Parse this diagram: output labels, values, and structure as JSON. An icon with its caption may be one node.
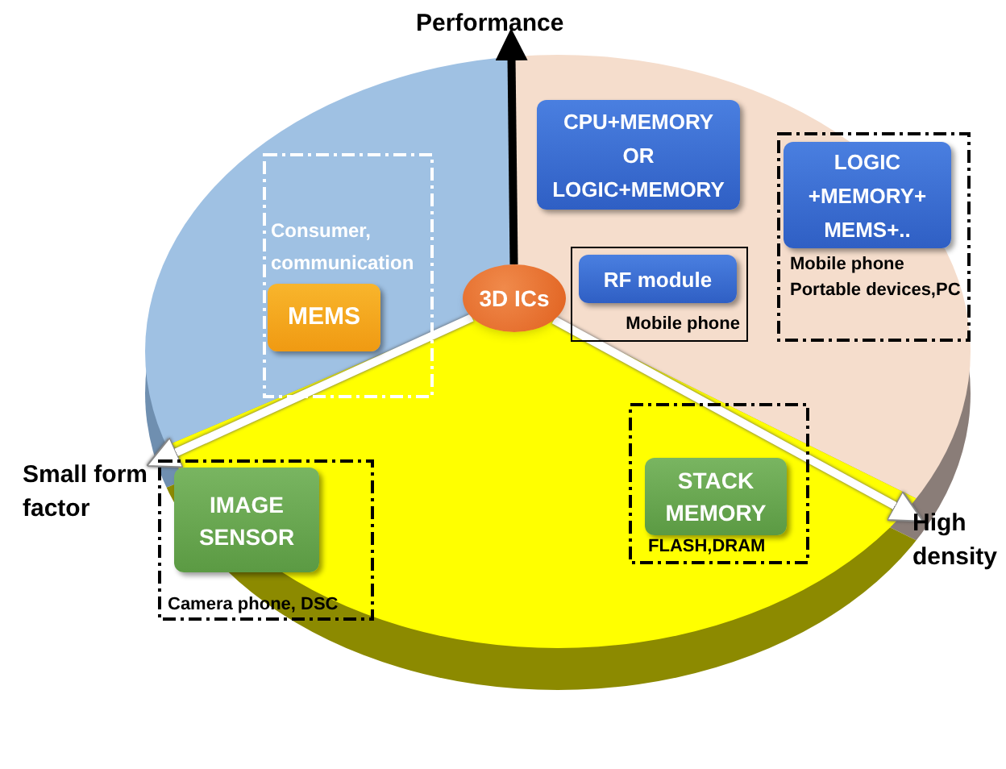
{
  "diagram": {
    "nodes": [
      {
        "text": [
          "3D ICs"
        ]
      },
      {
        "text": [
          "Performance"
        ]
      },
      {
        "text": [
          "Small form factor"
        ]
      },
      {
        "text": [
          "High density"
        ]
      },
      {
        "text": [
          "Consumer, communication"
        ]
      },
      {
        "text": [
          "MEMS"
        ],
        "in": 4
      },
      {
        "text": [
          "CPU+MEMORY OR LOGIC+MEMORY"
        ]
      },
      {
        "text": [
          "Mobile phone"
        ]
      },
      {
        "text": [
          "RF module"
        ],
        "in": 7
      },
      {
        "text": [
          "Mobile phone",
          "Portable devices,PC"
        ]
      },
      {
        "text": [
          "LOGIC +MEMORY+ MEMS+.."
        ],
        "in": 9
      },
      {
        "text": [
          "Camera phone, DSC"
        ]
      },
      {
        "text": [
          "IMAGE SENSOR"
        ],
        "in": 11
      },
      {
        "text": [
          "FLASH,DRAM"
        ]
      },
      {
        "text": [
          "STACK MEMORY"
        ],
        "in": 13
      }
    ],
    "edges": [
      {
        "from": 0,
        "to": 1,
        "arrow": "to",
        "color": "#000000"
      },
      {
        "from": 0,
        "to": 2,
        "arrow": "to"
      },
      {
        "from": 0,
        "to": 3,
        "arrow": "to"
      }
    ]
  }
}
